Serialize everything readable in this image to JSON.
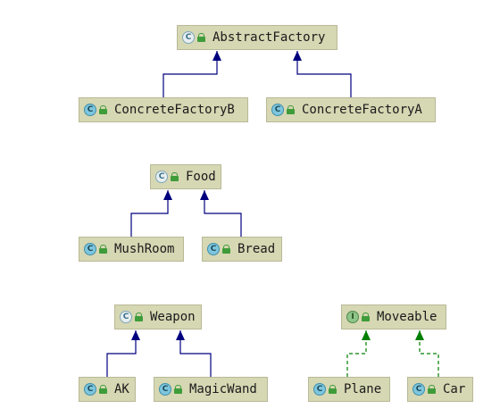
{
  "nodes": {
    "abstract_factory": {
      "label": "AbstractFactory",
      "badge": "C",
      "kind": "abstract-class"
    },
    "concrete_factory_b": {
      "label": "ConcreteFactoryB",
      "badge": "C",
      "kind": "class"
    },
    "concrete_factory_a": {
      "label": "ConcreteFactoryA",
      "badge": "C",
      "kind": "class"
    },
    "food": {
      "label": "Food",
      "badge": "C",
      "kind": "abstract-class"
    },
    "mushroom": {
      "label": "MushRoom",
      "badge": "C",
      "kind": "class"
    },
    "bread": {
      "label": "Bread",
      "badge": "C",
      "kind": "class"
    },
    "weapon": {
      "label": "Weapon",
      "badge": "C",
      "kind": "abstract-class"
    },
    "ak": {
      "label": "AK",
      "badge": "C",
      "kind": "class"
    },
    "magic_wand": {
      "label": "MagicWand",
      "badge": "C",
      "kind": "class"
    },
    "moveable": {
      "label": "Moveable",
      "badge": "I",
      "kind": "interface"
    },
    "plane": {
      "label": "Plane",
      "badge": "C",
      "kind": "class"
    },
    "car": {
      "label": "Car",
      "badge": "C",
      "kind": "class"
    }
  },
  "edges": [
    {
      "from": "concrete_factory_b",
      "to": "abstract_factory",
      "type": "extends"
    },
    {
      "from": "concrete_factory_a",
      "to": "abstract_factory",
      "type": "extends"
    },
    {
      "from": "mushroom",
      "to": "food",
      "type": "extends"
    },
    {
      "from": "bread",
      "to": "food",
      "type": "extends"
    },
    {
      "from": "ak",
      "to": "weapon",
      "type": "extends"
    },
    {
      "from": "magic_wand",
      "to": "weapon",
      "type": "extends"
    },
    {
      "from": "plane",
      "to": "moveable",
      "type": "implements"
    },
    {
      "from": "car",
      "to": "moveable",
      "type": "implements"
    }
  ],
  "colors": {
    "node_fill": "#d6d7b3",
    "node_border": "#b9ba97",
    "extends_edge": "#00007f",
    "implements_edge": "#007f00",
    "lock": "#3f9c3a"
  }
}
